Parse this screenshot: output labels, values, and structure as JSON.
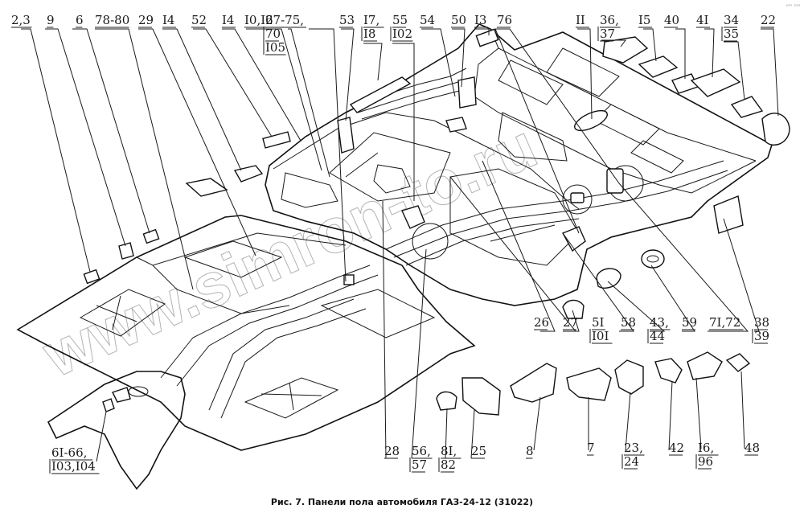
{
  "caption": "Рис. 7. Панели пола автомобиля ГАЗ-24-12 (31022)",
  "watermark": "www.simron-to.ru",
  "corner_mark": "ᵉᵐ ˢˢˢ",
  "labels_top": [
    {
      "id": "l-2-3",
      "lines": [
        "2,3"
      ]
    },
    {
      "id": "l-9",
      "lines": [
        "9"
      ]
    },
    {
      "id": "l-6",
      "lines": [
        "6"
      ]
    },
    {
      "id": "l-78-80",
      "lines": [
        "78-80"
      ]
    },
    {
      "id": "l-29",
      "lines": [
        "29"
      ]
    },
    {
      "id": "l-14a",
      "lines": [
        "I4"
      ]
    },
    {
      "id": "l-52",
      "lines": [
        "52"
      ]
    },
    {
      "id": "l-14b",
      "lines": [
        "I4"
      ]
    },
    {
      "id": "l-10-12",
      "lines": [
        "I0,I2"
      ]
    },
    {
      "id": "l-67-75",
      "lines": [
        "67-75,",
        "70",
        "I05"
      ]
    },
    {
      "id": "l-53",
      "lines": [
        "53"
      ]
    },
    {
      "id": "l-17-18",
      "lines": [
        "I7,",
        "I8"
      ]
    },
    {
      "id": "l-55-102",
      "lines": [
        "55",
        "I02"
      ]
    },
    {
      "id": "l-54",
      "lines": [
        "54"
      ]
    },
    {
      "id": "l-50",
      "lines": [
        "50"
      ]
    },
    {
      "id": "l-13",
      "lines": [
        "I3"
      ]
    },
    {
      "id": "l-76",
      "lines": [
        "76"
      ]
    },
    {
      "id": "l-11",
      "lines": [
        "II"
      ]
    },
    {
      "id": "l-36-37",
      "lines": [
        "36,",
        "37"
      ]
    },
    {
      "id": "l-15",
      "lines": [
        "I5"
      ]
    },
    {
      "id": "l-40",
      "lines": [
        "40"
      ]
    },
    {
      "id": "l-41",
      "lines": [
        "4I"
      ]
    },
    {
      "id": "l-34-35",
      "lines": [
        "34",
        "35"
      ]
    },
    {
      "id": "l-22",
      "lines": [
        "22"
      ]
    }
  ],
  "labels_middle": [
    {
      "id": "l-26",
      "lines": [
        "26"
      ]
    },
    {
      "id": "l-27",
      "lines": [
        "27"
      ]
    },
    {
      "id": "l-51-101",
      "lines": [
        "5I",
        "I0I"
      ]
    },
    {
      "id": "l-58",
      "lines": [
        "58"
      ]
    },
    {
      "id": "l-43-44",
      "lines": [
        "43,",
        "44"
      ]
    },
    {
      "id": "l-59",
      "lines": [
        "59"
      ]
    },
    {
      "id": "l-71-72",
      "lines": [
        "7I,72"
      ]
    },
    {
      "id": "l-38-39",
      "lines": [
        "38",
        "39"
      ]
    }
  ],
  "labels_bottom": [
    {
      "id": "l-61-66",
      "lines": [
        "6I-66,",
        "I03,I04"
      ]
    },
    {
      "id": "l-28",
      "lines": [
        "28"
      ]
    },
    {
      "id": "l-56-57",
      "lines": [
        "56,",
        "57"
      ]
    },
    {
      "id": "l-81-82",
      "lines": [
        "8I,",
        "82"
      ]
    },
    {
      "id": "l-25",
      "lines": [
        "25"
      ]
    },
    {
      "id": "l-8",
      "lines": [
        "8"
      ]
    },
    {
      "id": "l-7",
      "lines": [
        "7"
      ]
    },
    {
      "id": "l-23-24",
      "lines": [
        "23,",
        "24"
      ]
    },
    {
      "id": "l-42",
      "lines": [
        "42"
      ]
    },
    {
      "id": "l-16-96",
      "lines": [
        "I6,",
        "96"
      ]
    },
    {
      "id": "l-48",
      "lines": [
        "48"
      ]
    }
  ]
}
